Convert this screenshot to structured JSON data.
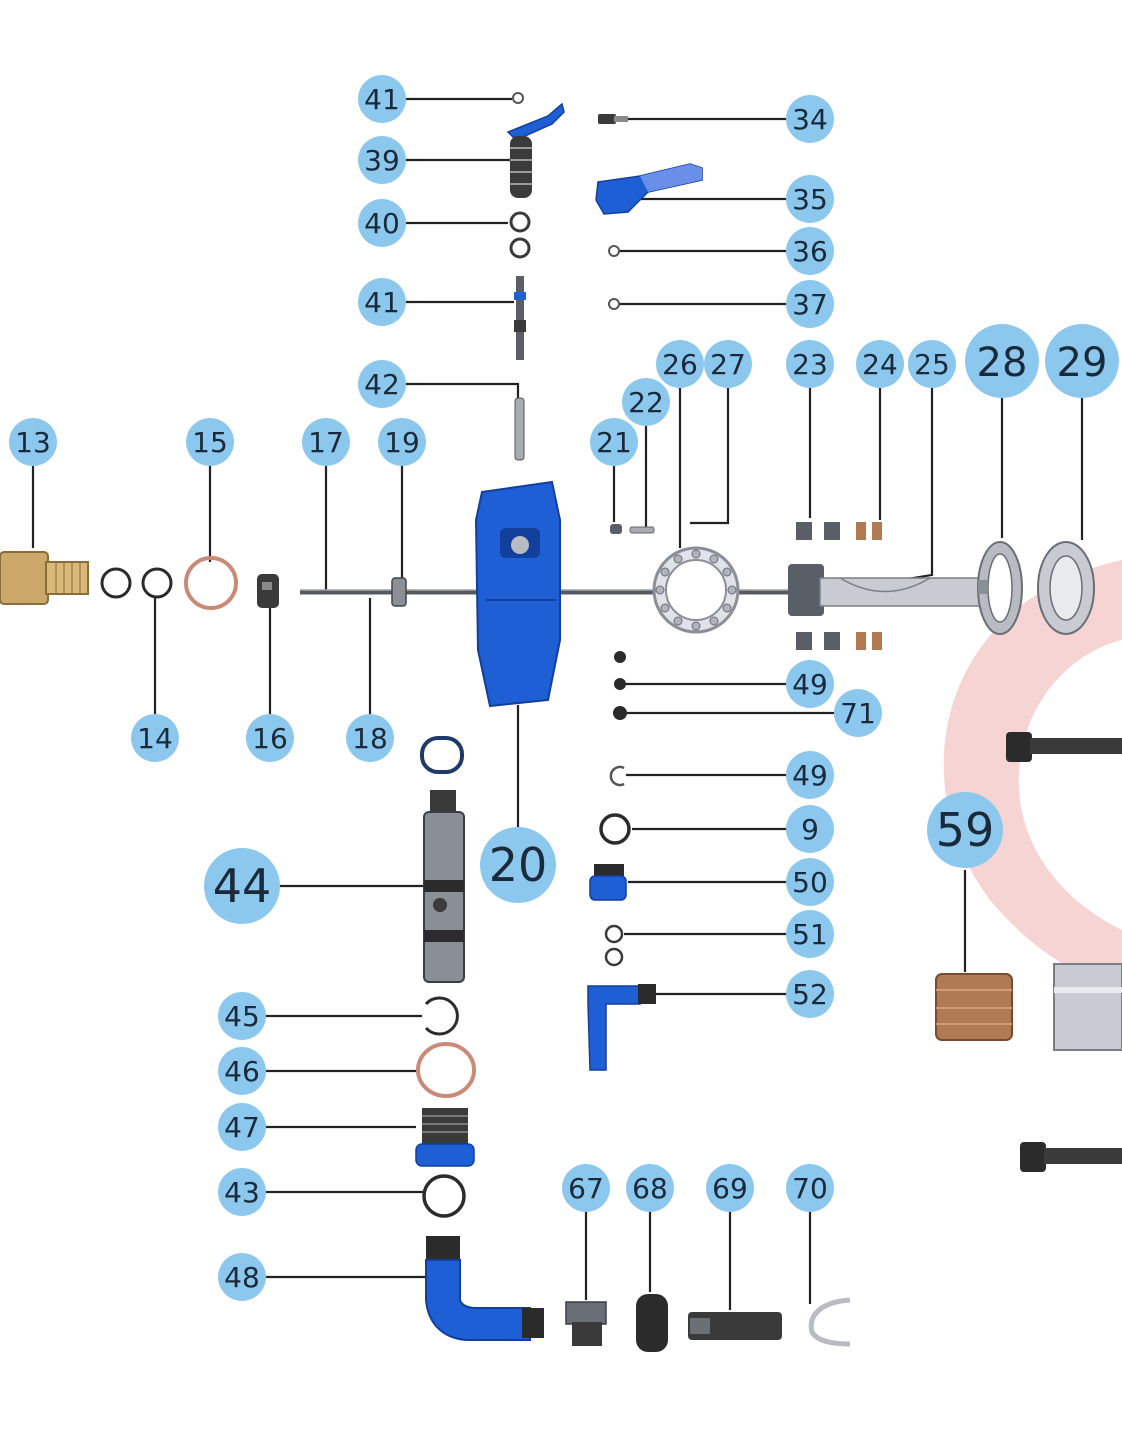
{
  "diagram": {
    "colors": {
      "callout_fill": "#8cc8ee",
      "leader": "#222222",
      "part_blue": "#1f5fd6",
      "part_blue_dark": "#123f9c",
      "steel": "#b8bcc2",
      "steel_dark": "#5a5e66",
      "brass": "#c9a86a",
      "copper": "#c98a78",
      "bronze": "#b07a55",
      "rubber": "#2b2b2b",
      "watermark": "#f6d4d4"
    },
    "callouts": [
      {
        "id": "c41a",
        "label": "41"
      },
      {
        "id": "c39",
        "label": "39"
      },
      {
        "id": "c40",
        "label": "40"
      },
      {
        "id": "c41b",
        "label": "41"
      },
      {
        "id": "c42",
        "label": "42"
      },
      {
        "id": "c34",
        "label": "34"
      },
      {
        "id": "c35",
        "label": "35"
      },
      {
        "id": "c36",
        "label": "36"
      },
      {
        "id": "c37",
        "label": "37"
      },
      {
        "id": "c26",
        "label": "26"
      },
      {
        "id": "c27",
        "label": "27"
      },
      {
        "id": "c22",
        "label": "22"
      },
      {
        "id": "c21",
        "label": "21"
      },
      {
        "id": "c23",
        "label": "23"
      },
      {
        "id": "c24",
        "label": "24"
      },
      {
        "id": "c25",
        "label": "25"
      },
      {
        "id": "c28",
        "label": "28"
      },
      {
        "id": "c29",
        "label": "29"
      },
      {
        "id": "c13",
        "label": "13"
      },
      {
        "id": "c15",
        "label": "15"
      },
      {
        "id": "c17",
        "label": "17"
      },
      {
        "id": "c19",
        "label": "19"
      },
      {
        "id": "c14",
        "label": "14"
      },
      {
        "id": "c16",
        "label": "16"
      },
      {
        "id": "c18",
        "label": "18"
      },
      {
        "id": "c49a",
        "label": "49"
      },
      {
        "id": "c71",
        "label": "71"
      },
      {
        "id": "c49b",
        "label": "49"
      },
      {
        "id": "c9",
        "label": "9"
      },
      {
        "id": "c50",
        "label": "50"
      },
      {
        "id": "c51",
        "label": "51"
      },
      {
        "id": "c52",
        "label": "52"
      },
      {
        "id": "c20",
        "label": "20"
      },
      {
        "id": "c44",
        "label": "44"
      },
      {
        "id": "c45",
        "label": "45"
      },
      {
        "id": "c46",
        "label": "46"
      },
      {
        "id": "c47",
        "label": "47"
      },
      {
        "id": "c43",
        "label": "43"
      },
      {
        "id": "c48",
        "label": "48"
      },
      {
        "id": "c67",
        "label": "67"
      },
      {
        "id": "c68",
        "label": "68"
      },
      {
        "id": "c69",
        "label": "69"
      },
      {
        "id": "c70",
        "label": "70"
      },
      {
        "id": "c59",
        "label": "59"
      }
    ]
  }
}
